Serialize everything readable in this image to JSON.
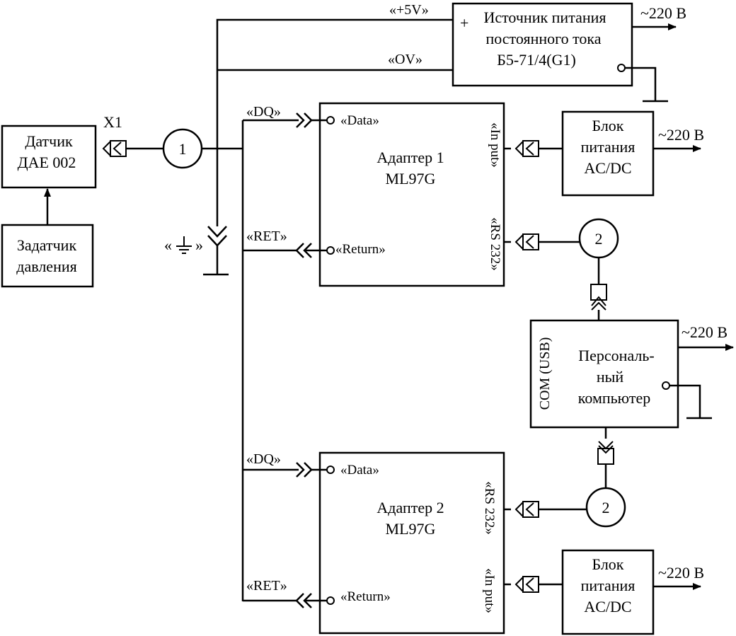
{
  "colors": {
    "ink": "#000000",
    "paper": "#ffffff"
  },
  "psu": {
    "plus": "+",
    "line1": "Источник питания",
    "line2": "постоянного тока",
    "line3": "Б5-71/4(G1)",
    "mains": "~220 В"
  },
  "rails": {
    "plus5v": "«+5V»",
    "zerov": "«OV»"
  },
  "sensor": {
    "line1": "Датчик",
    "line2": "ДАЕ 002",
    "connector": "X1"
  },
  "pressure_setter": {
    "line1": "Задатчик",
    "line2": "давления"
  },
  "ground": {
    "label_open": "«",
    "label_close": "»"
  },
  "node1": {
    "label": "1"
  },
  "node2a": {
    "label": "2"
  },
  "node2b": {
    "label": "2"
  },
  "adapter1": {
    "line1": "Адаптер 1",
    "line2": "ML97G",
    "dq": "«DQ»",
    "ret": "«RET»",
    "data": "«Data»",
    "ret_port": "«Return»",
    "input": "«In put»",
    "rs232": "«RS 232»"
  },
  "adapter2": {
    "line1": "Адаптер 2",
    "line2": "ML97G",
    "dq": "«DQ»",
    "ret": "«RET»",
    "data": "«Data»",
    "ret_port": "«Return»",
    "input": "«In put»",
    "rs232": "«RS 232»"
  },
  "ps1": {
    "line1": "Блок",
    "line2": "питания",
    "line3": "AC/DC",
    "mains": "~220 В"
  },
  "ps2": {
    "line1": "Блок",
    "line2": "питания",
    "line3": "AC/DC",
    "mains": "~220 В"
  },
  "pc": {
    "line1": "Персональ-",
    "line2": "ный",
    "line3": "компьютер",
    "port": "COM (USB)",
    "mains": "~220 В"
  }
}
